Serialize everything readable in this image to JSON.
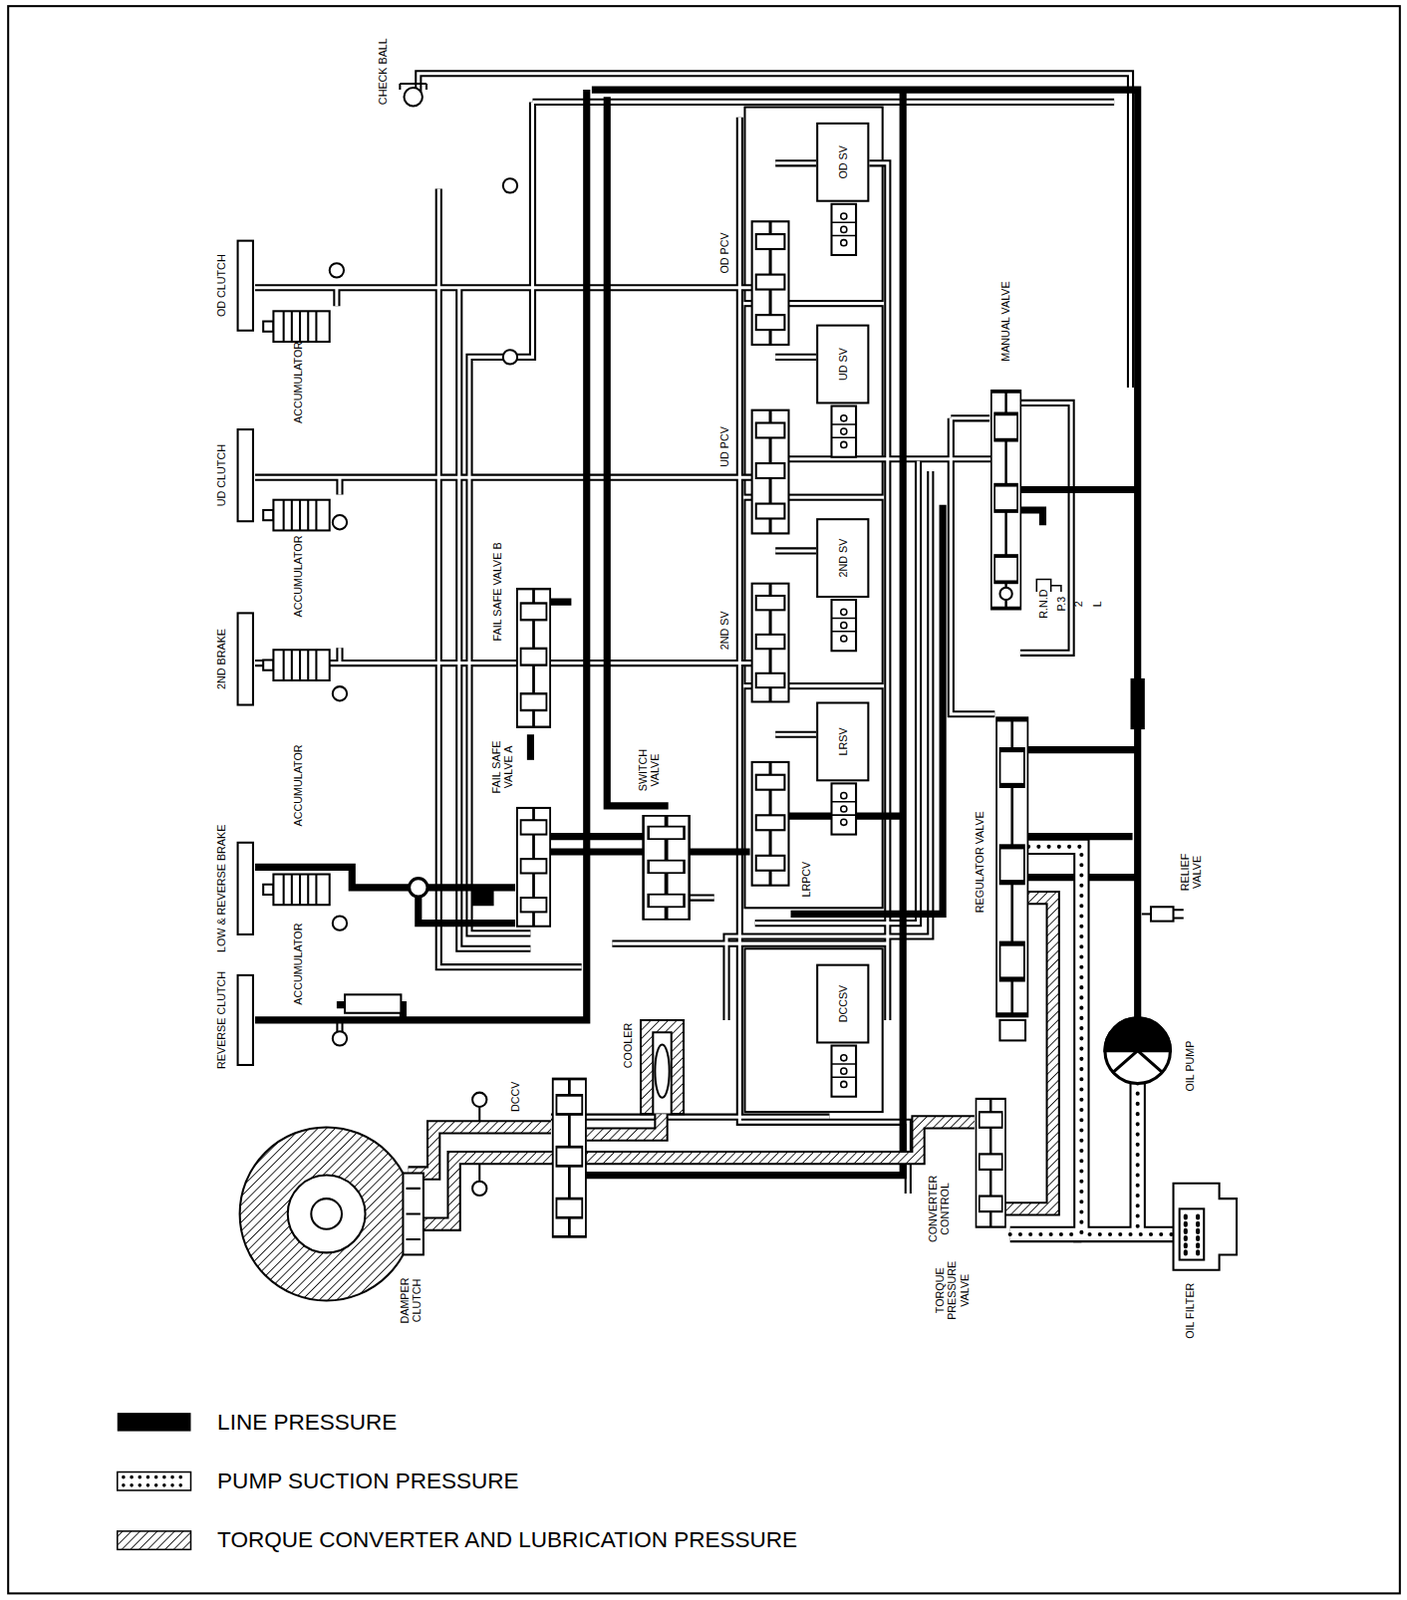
{
  "diagram": {
    "nodes": [
      {
        "text": [
          "OD CLUTCH"
        ]
      },
      {
        "text": [
          "UD CLUTCH"
        ]
      },
      {
        "text": [
          "2ND BRAKE"
        ]
      },
      {
        "text": [
          "LOW & REVERSE BRAKE"
        ]
      },
      {
        "text": [
          "REVERSE CLUTCH"
        ]
      },
      {
        "text": [
          "OD SV"
        ]
      },
      {
        "text": [
          "UD SV"
        ]
      },
      {
        "text": [
          "2ND SV"
        ]
      },
      {
        "text": [
          "LRSV"
        ]
      },
      {
        "text": [
          "DCCSV"
        ]
      }
    ],
    "labels": [
      "CHECK BALL",
      "ACCUMULATOR",
      "ACCUMULATOR",
      "ACCUMULATOR",
      "ACCUMULATOR",
      "OD PCV",
      "UD PCV",
      "2ND SV",
      "FAIL SAFE VALVE B",
      "FAIL SAFE VALVE A",
      "SWITCH VALVE",
      "LRPCV",
      "MANUAL VALVE",
      "R.N.D",
      "P.3",
      "2",
      "L",
      "REGULATOR VALVE",
      "RELIEF VALVE",
      "OIL PUMP",
      "OIL FILTER",
      "COOLER",
      "DCCV",
      "DAMPER CLUTCH",
      "CONVERTER CONTROL",
      "TORQUE PRESSURE VALVE"
    ],
    "legend": [
      {
        "text": "LINE PRESSURE",
        "color": "#000000"
      },
      {
        "text": "PUMP SUCTION PRESSURE"
      },
      {
        "text": "TORQUE CONVERTER AND LUBRICATION PRESSURE"
      }
    ]
  }
}
